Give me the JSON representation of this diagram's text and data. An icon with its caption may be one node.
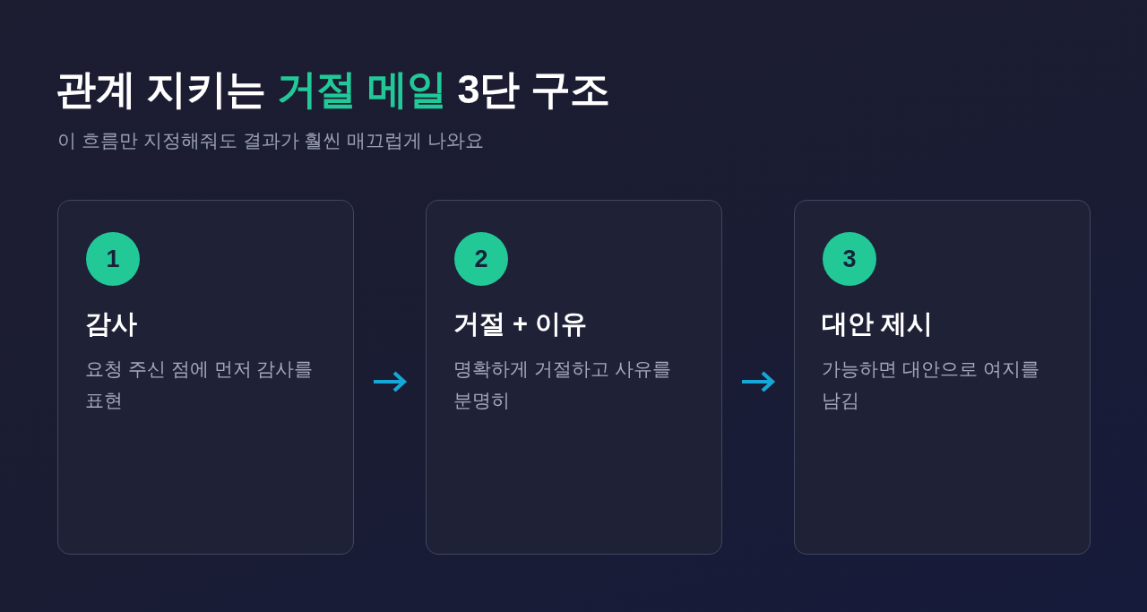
{
  "diagram": {
    "title": "관계 지키는 **거절 메일** 3단 구조",
    "nodes": [
      {
        "text": [
          "감사",
          "요청 주신 점에 먼저 감사를 표현"
        ]
      },
      {
        "text": [
          "1"
        ],
        "in": 0
      },
      {
        "text": [
          "거절 + 이유",
          "명확하게 거절하고 사유를 분명히"
        ]
      },
      {
        "text": [
          "2"
        ],
        "in": 2
      },
      {
        "text": [
          "대안 제시",
          "가능하면 대안으로 여지를 남김"
        ]
      },
      {
        "text": [
          "3"
        ],
        "in": 4
      }
    ],
    "edges": [
      {
        "from": 0,
        "to": 2,
        "arrow": "to"
      },
      {
        "from": 2,
        "to": 4,
        "arrow": "to"
      }
    ],
    "labels": [
      "이 흐름만 지정해줘도 결과가 훨씬 매끄럽게 나와요"
    ]
  }
}
